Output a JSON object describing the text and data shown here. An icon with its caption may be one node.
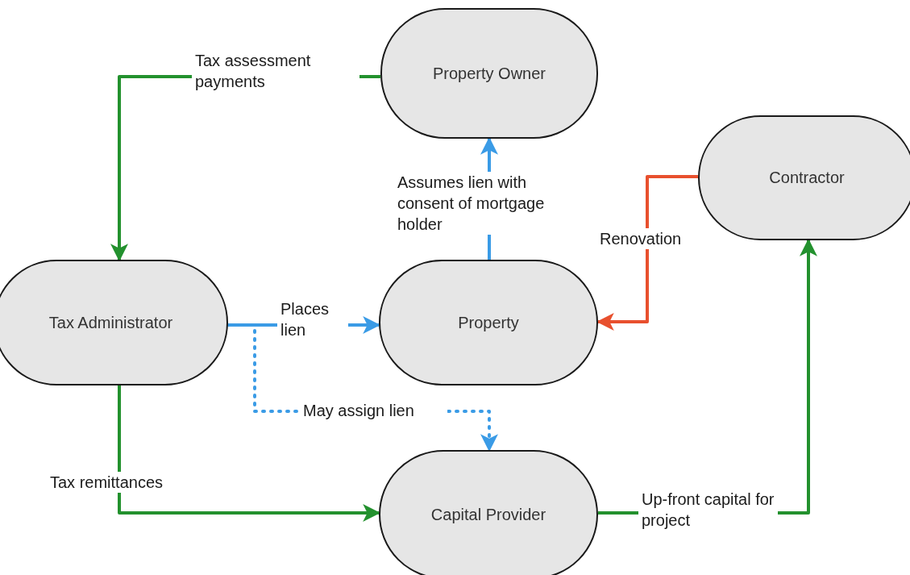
{
  "diagram": {
    "nodes": [
      {
        "text": [
          "Property Owner"
        ]
      },
      {
        "text": [
          "Contractor"
        ]
      },
      {
        "text": [
          "Tax Administrator"
        ]
      },
      {
        "text": [
          "Property"
        ]
      },
      {
        "text": [
          "Capital Provider"
        ]
      }
    ],
    "edges": [
      {
        "from": 0,
        "to": 2,
        "arrow": "to",
        "label": "Tax assessment payments"
      },
      {
        "from": 3,
        "to": 0,
        "arrow": "to",
        "label": "Assumes lien with consent of mortgage holder",
        "color": "#3a9be6"
      },
      {
        "from": 1,
        "to": 3,
        "arrow": "to",
        "label": "Renovation",
        "color": "#e8502e"
      },
      {
        "from": 2,
        "to": 3,
        "arrow": "to",
        "label": "Places lien",
        "color": "#3a9be6"
      },
      {
        "from": 2,
        "to": 4,
        "arrow": "to",
        "label": "May assign lien",
        "color": "#3a9be6",
        "style": "dashed"
      },
      {
        "from": 2,
        "to": 4,
        "arrow": "to",
        "label": "Tax remittances"
      },
      {
        "from": 4,
        "to": 1,
        "arrow": "to",
        "label": "Up-front capital for project"
      }
    ]
  }
}
